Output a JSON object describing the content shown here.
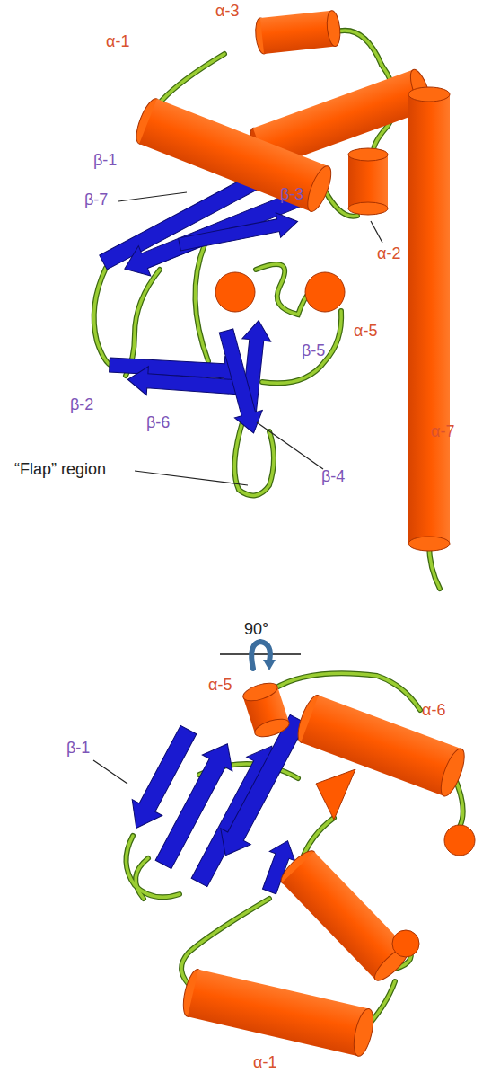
{
  "diagram": {
    "labels": [
      "α-3",
      "α-1",
      "β-1",
      "β-7",
      "β-3",
      "α-2",
      "α-7",
      "α-5",
      "β-5",
      "β-2",
      "β-6",
      "“Flap” region",
      "β-4",
      "90°",
      "α-5",
      "α-6",
      "β-1",
      "α-1"
    ]
  }
}
